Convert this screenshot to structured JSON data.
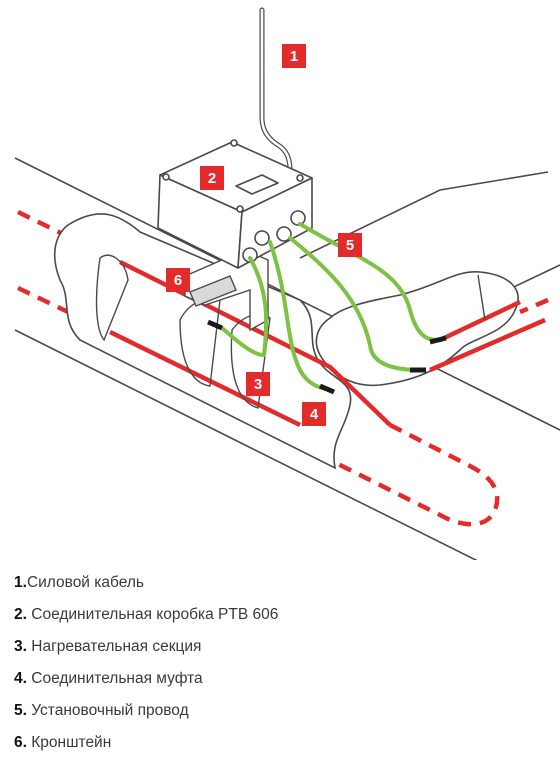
{
  "colors": {
    "heating_cable": "#e32b2b",
    "install_wire": "#7dc242",
    "badge": "#e32b2b",
    "line_art": "#4a4a4a",
    "box_fill": "#ffffff"
  },
  "callouts": [
    {
      "number": "1"
    },
    {
      "number": "2"
    },
    {
      "number": "3"
    },
    {
      "number": "4"
    },
    {
      "number": "5"
    },
    {
      "number": "6"
    }
  ],
  "legend": [
    {
      "number": "1.",
      "label": "Силовой кабель"
    },
    {
      "number": "2.",
      "label": "Соединительная коробка PTB 606"
    },
    {
      "number": "3.",
      "label": "Нагревательная секция"
    },
    {
      "number": "4.",
      "label": "Соединительная муфта"
    },
    {
      "number": "5.",
      "label": "Установочный провод"
    },
    {
      "number": "6.",
      "label": "Кронштейн"
    }
  ]
}
